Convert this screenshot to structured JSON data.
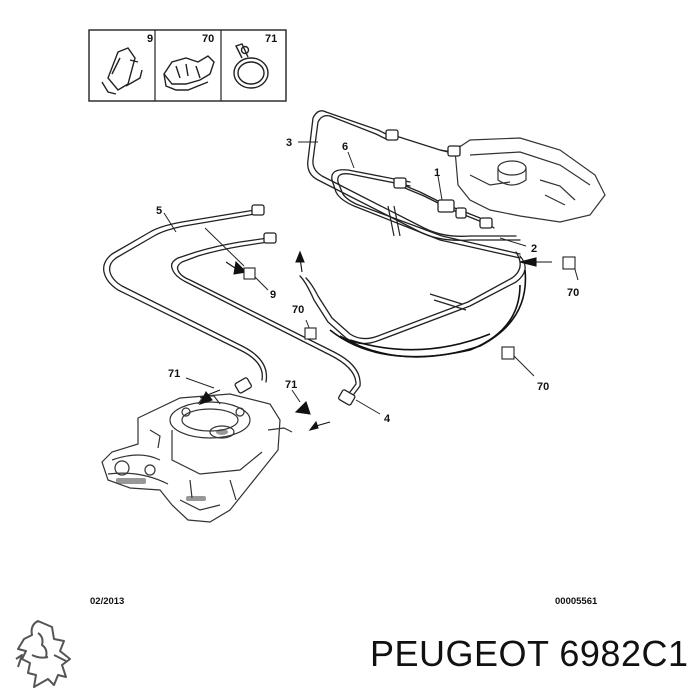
{
  "legend": [
    {
      "num": "9",
      "icon": "hose-clip-icon"
    },
    {
      "num": "70",
      "icon": "pipe-clip-icon"
    },
    {
      "num": "71",
      "icon": "hose-clamp-icon"
    }
  ],
  "callouts": [
    "1",
    "2",
    "3",
    "4",
    "5",
    "6",
    "9",
    "70",
    "70",
    "70",
    "71",
    "71"
  ],
  "footer": {
    "date": "02/2013",
    "ref": "00005561"
  },
  "brand_title": "PEUGEOT 6982C1",
  "logo_icon": "peugeot-lion-logo"
}
